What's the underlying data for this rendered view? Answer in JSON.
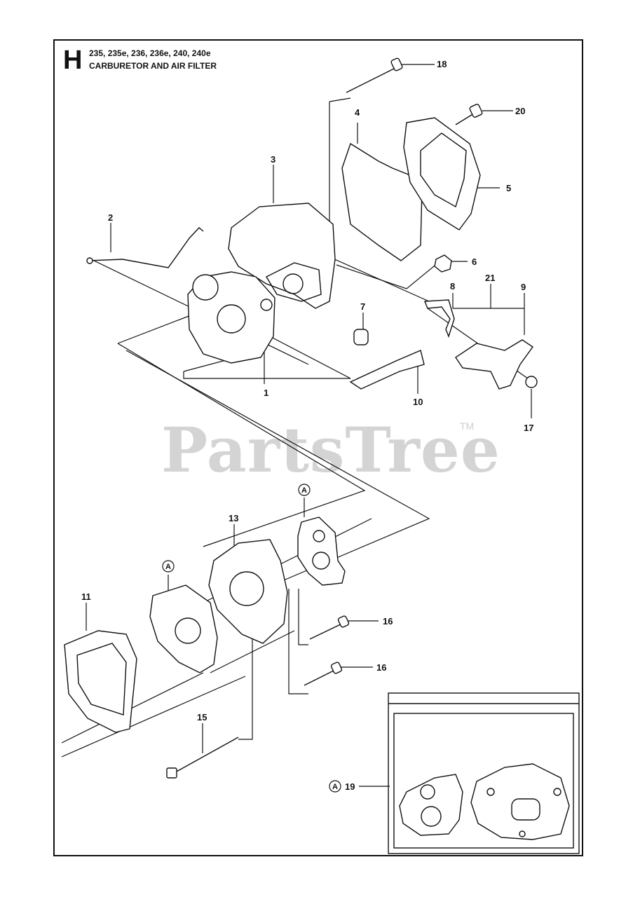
{
  "header": {
    "section": "H",
    "models": "235, 235e, 236, 236e, 240, 240e",
    "title": "CARBURETOR AND AIR FILTER"
  },
  "watermark": {
    "text": "PartsTree",
    "tm": "TM"
  },
  "callouts": {
    "c1": "1",
    "c2": "2",
    "c3": "3",
    "c4": "4",
    "c5": "5",
    "c6": "6",
    "c7": "7",
    "c8": "8",
    "c9": "9",
    "c10": "10",
    "c11": "11",
    "c13": "13",
    "c15": "15",
    "c16a": "16",
    "c16b": "16",
    "c17": "17",
    "c18": "18",
    "c19": "19",
    "c20": "20",
    "c21": "21"
  },
  "refs": {
    "a1": "A",
    "a2": "A",
    "a3": "A"
  },
  "colors": {
    "line": "#111111",
    "watermark": "#d4d4d4"
  }
}
